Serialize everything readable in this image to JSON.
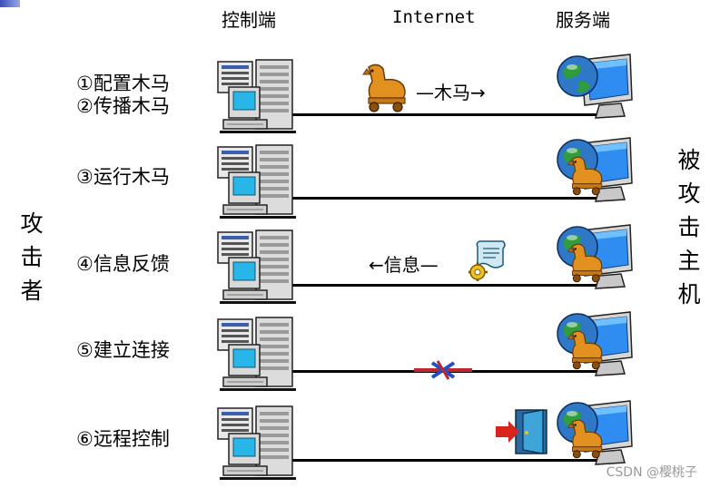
{
  "headers": {
    "client": "控制端",
    "internet": "Internet",
    "server": "服务端"
  },
  "left_label": [
    "攻",
    "击",
    "者"
  ],
  "right_label": [
    "被",
    "攻",
    "击",
    "主",
    "机"
  ],
  "steps": [
    {
      "lines": [
        "①配置木马",
        "②传播木马"
      ]
    },
    {
      "lines": [
        "③运行木马"
      ]
    },
    {
      "lines": [
        "④信息反馈"
      ]
    },
    {
      "lines": [
        "⑤建立连接"
      ]
    },
    {
      "lines": [
        "⑥远程控制"
      ]
    }
  ],
  "annotations": {
    "trojan_flow": "—木马→",
    "info_flow": "←信息—"
  },
  "watermark": "CSDN @樱桃子",
  "colors": {
    "line": "#000000",
    "crt": "#d9d9d9",
    "screen_cyan": "#28b6e8",
    "window_blue": "#2f8cf0",
    "horse": "#e2911f",
    "globe_green": "#2f9d3a"
  },
  "icons": {
    "client_pc": "server-workstation-icon",
    "target_host": "monitor-globe-icon",
    "trojan_horse": "trojan-horse-icon",
    "info_scroll": "scroll-gear-icon",
    "connection_knot": "tied-cables-icon",
    "door": "door-arrow-icon"
  }
}
